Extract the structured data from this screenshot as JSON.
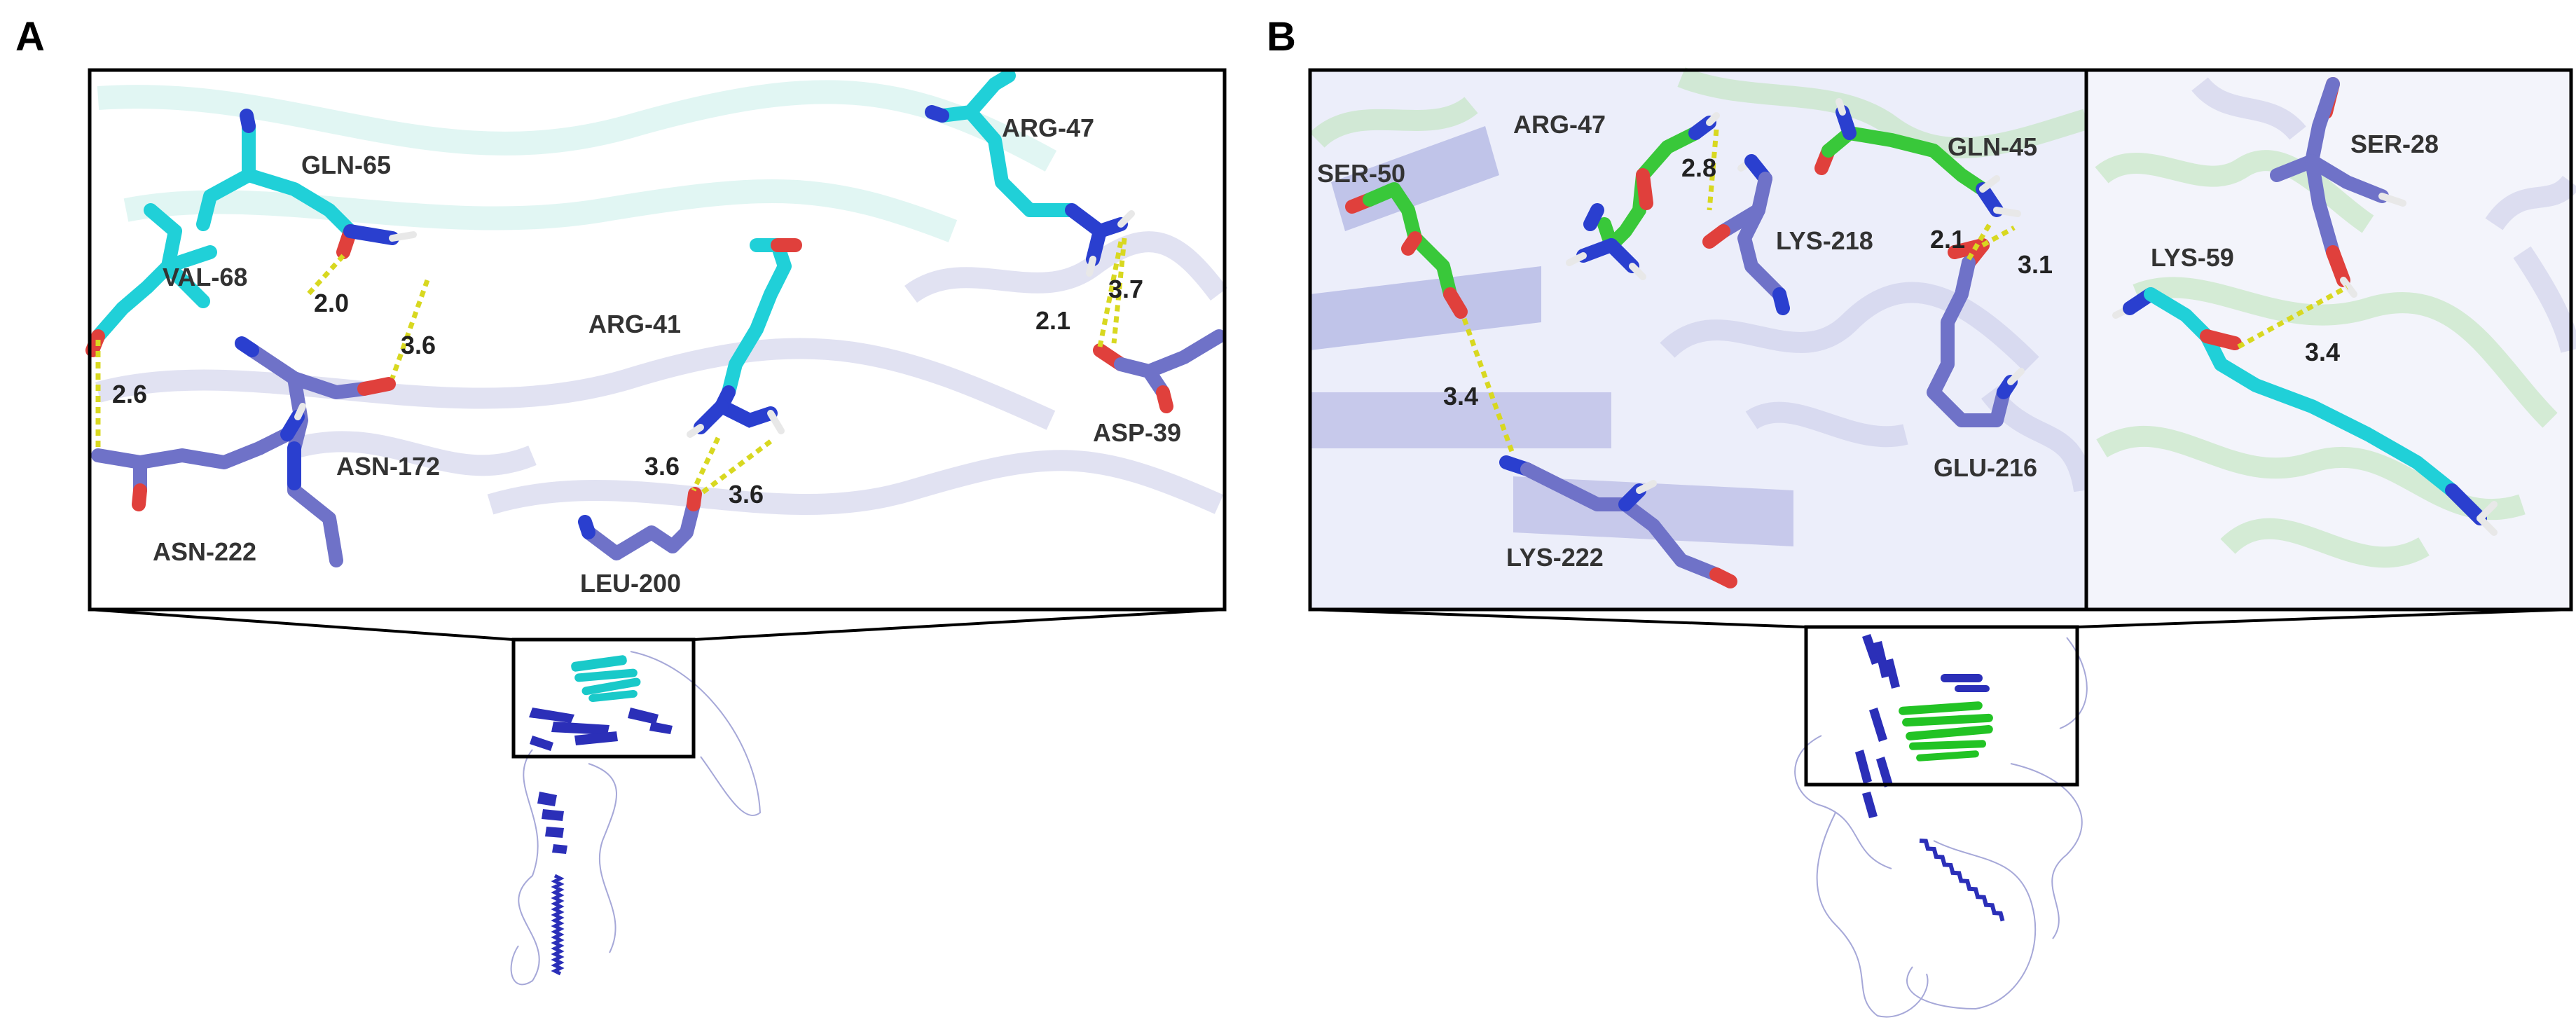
{
  "panels": [
    {
      "letter": "A",
      "residues": {
        "gln65": "GLN-65",
        "val68": "VAL-68",
        "asn172": "ASN-172",
        "asn222": "ASN-222",
        "arg41": "ARG-41",
        "leu200": "LEU-200",
        "arg47": "ARG-47",
        "asp39": "ASP-39"
      },
      "distances": {
        "d_val_asn222": "2.6",
        "d_gln_val": "2.0",
        "d_gln_asn172": "3.6",
        "d_arg41_leu_a": "3.6",
        "d_arg41_leu_b": "3.6",
        "d_arg47_asp_a": "2.1",
        "d_arg47_asp_b": "3.7"
      }
    },
    {
      "letter": "B",
      "residues": {
        "ser50": "SER-50",
        "arg47": "ARG-47",
        "gln45": "GLN-45",
        "lys218": "LYS-218",
        "glu216": "GLU-216",
        "lys222": "LYS-222",
        "ser28": "SER-28",
        "lys59": "LYS-59"
      },
      "distances": {
        "d_arg_lys218": "2.8",
        "d_gln_glu_a": "2.1",
        "d_gln_glu_b": "3.1",
        "d_ser_lys222": "3.4",
        "d_lys59_ser28": "3.4"
      }
    }
  ],
  "colors": {
    "cyan_chain": "#20d0d8",
    "purple_chain": "#6f72c8",
    "green_chain": "#39c83a",
    "oxygen": "#e0403c",
    "nitrogen": "#2a3fcf",
    "hbond": "#d8d820",
    "overview_blue": "#2b2fb8",
    "overview_cyan": "#19c9c9",
    "overview_green": "#22c324"
  }
}
